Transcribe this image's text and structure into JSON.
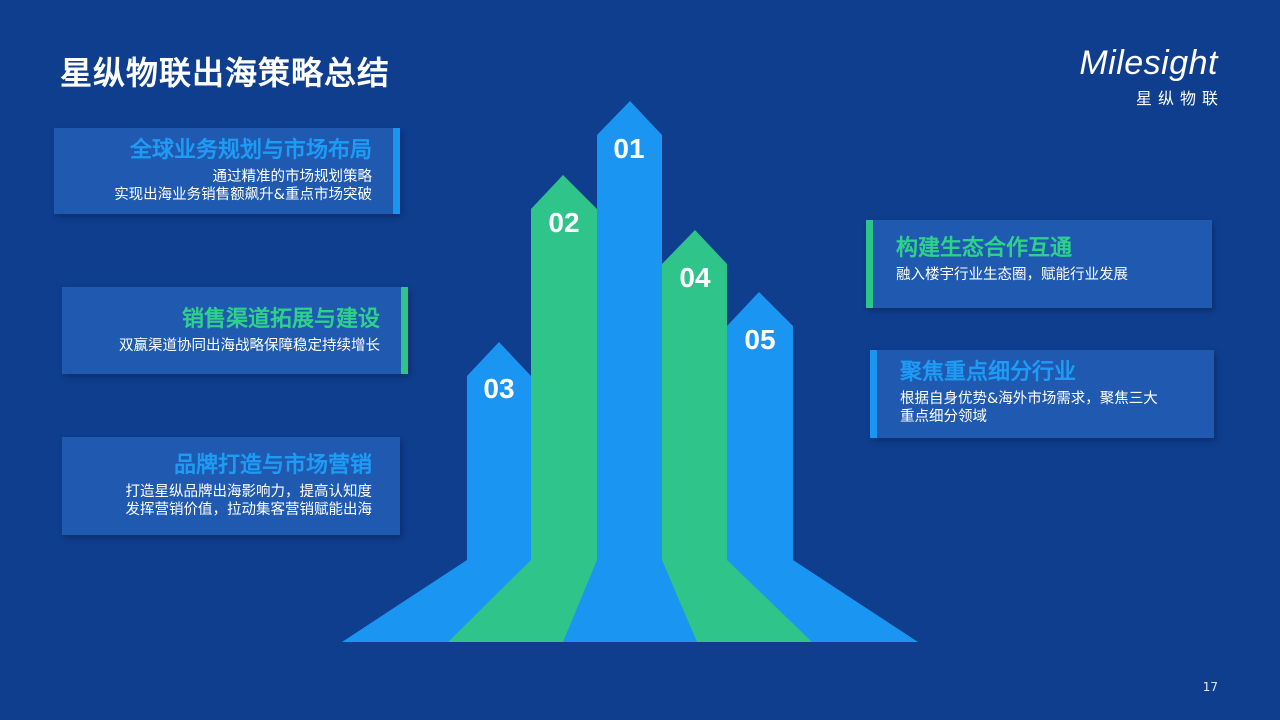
{
  "slide": {
    "title": "星纵物联出海策略总结",
    "page_number": "17"
  },
  "logo": {
    "wordmark": "Milesight",
    "chinese": "星纵物联"
  },
  "colors": {
    "background": "#0f3e8f",
    "card": "#1f5ab0",
    "blue_accent": "#1a96f2",
    "green_accent": "#2fc48a",
    "blue_title": "#1e9bf5",
    "green_title": "#2ed08c"
  },
  "strategies": [
    {
      "number": "01",
      "title": "全球业务规划与市场布局",
      "lines": [
        "通过精准的市场规划策略",
        "实现出海业务销售额飙升&重点市场突破"
      ],
      "color": "blue"
    },
    {
      "number": "02",
      "title": "销售渠道拓展与建设",
      "lines": [
        "双赢渠道协同出海战略保障稳定持续增长"
      ],
      "color": "green"
    },
    {
      "number": "03",
      "title": "品牌打造与市场营销",
      "lines": [
        "打造星纵品牌出海影响力，提高认知度",
        "发挥营销价值，拉动集客营销赋能出海"
      ],
      "color": "blue"
    },
    {
      "number": "04",
      "title": "构建生态合作互通",
      "lines": [
        "融入楼宇行业生态圈，赋能行业发展"
      ],
      "color": "green"
    },
    {
      "number": "05",
      "title": "聚焦重点细分行业",
      "lines": [
        "根据自身优势&海外市场需求，聚焦三大",
        "重点细分领域"
      ],
      "color": "blue"
    }
  ]
}
